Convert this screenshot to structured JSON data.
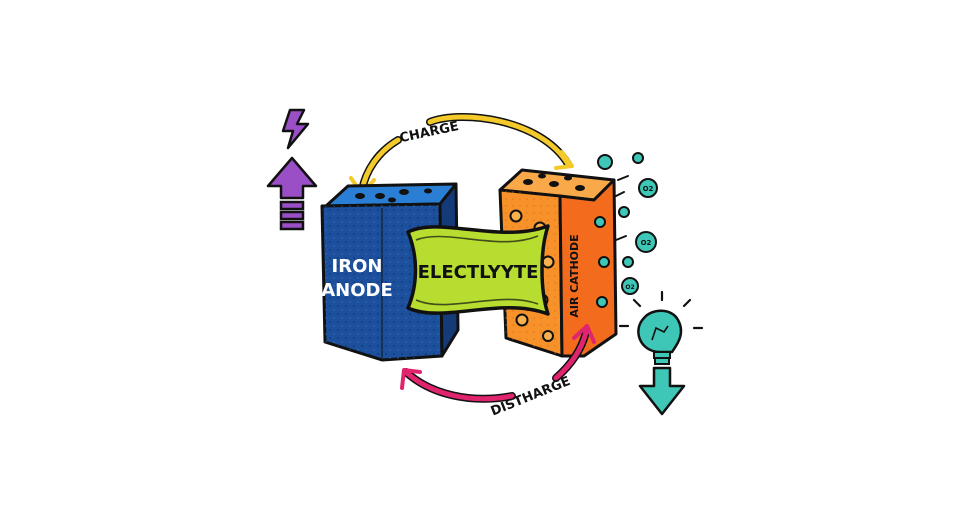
{
  "labels": {
    "anode_line1": "IRON",
    "anode_line2": "ANODE",
    "electrolyte": "ELECTLYYTE",
    "cathode": "AIR CATHODE",
    "charge": "CHARGE",
    "discharge": "DISTHARGE",
    "oxygen": "O2"
  },
  "colors": {
    "anode": "#1c4f9c",
    "anode_top": "#2a7fd4",
    "electrolyte": "#b6dd2f",
    "cathode": "#f7922a",
    "cathode_side": "#f36b1c",
    "charge_arrow": "#f4c92a",
    "discharge_arrow": "#e0246e",
    "power_icon": "#9b4fc7",
    "bulb_arrow": "#3ec6b6",
    "bubble": "#3ec6b6"
  },
  "icons": [
    "lightning-icon",
    "up-arrow-icon",
    "lightbulb-icon",
    "down-arrow-icon",
    "oxygen-bubble-icon"
  ]
}
